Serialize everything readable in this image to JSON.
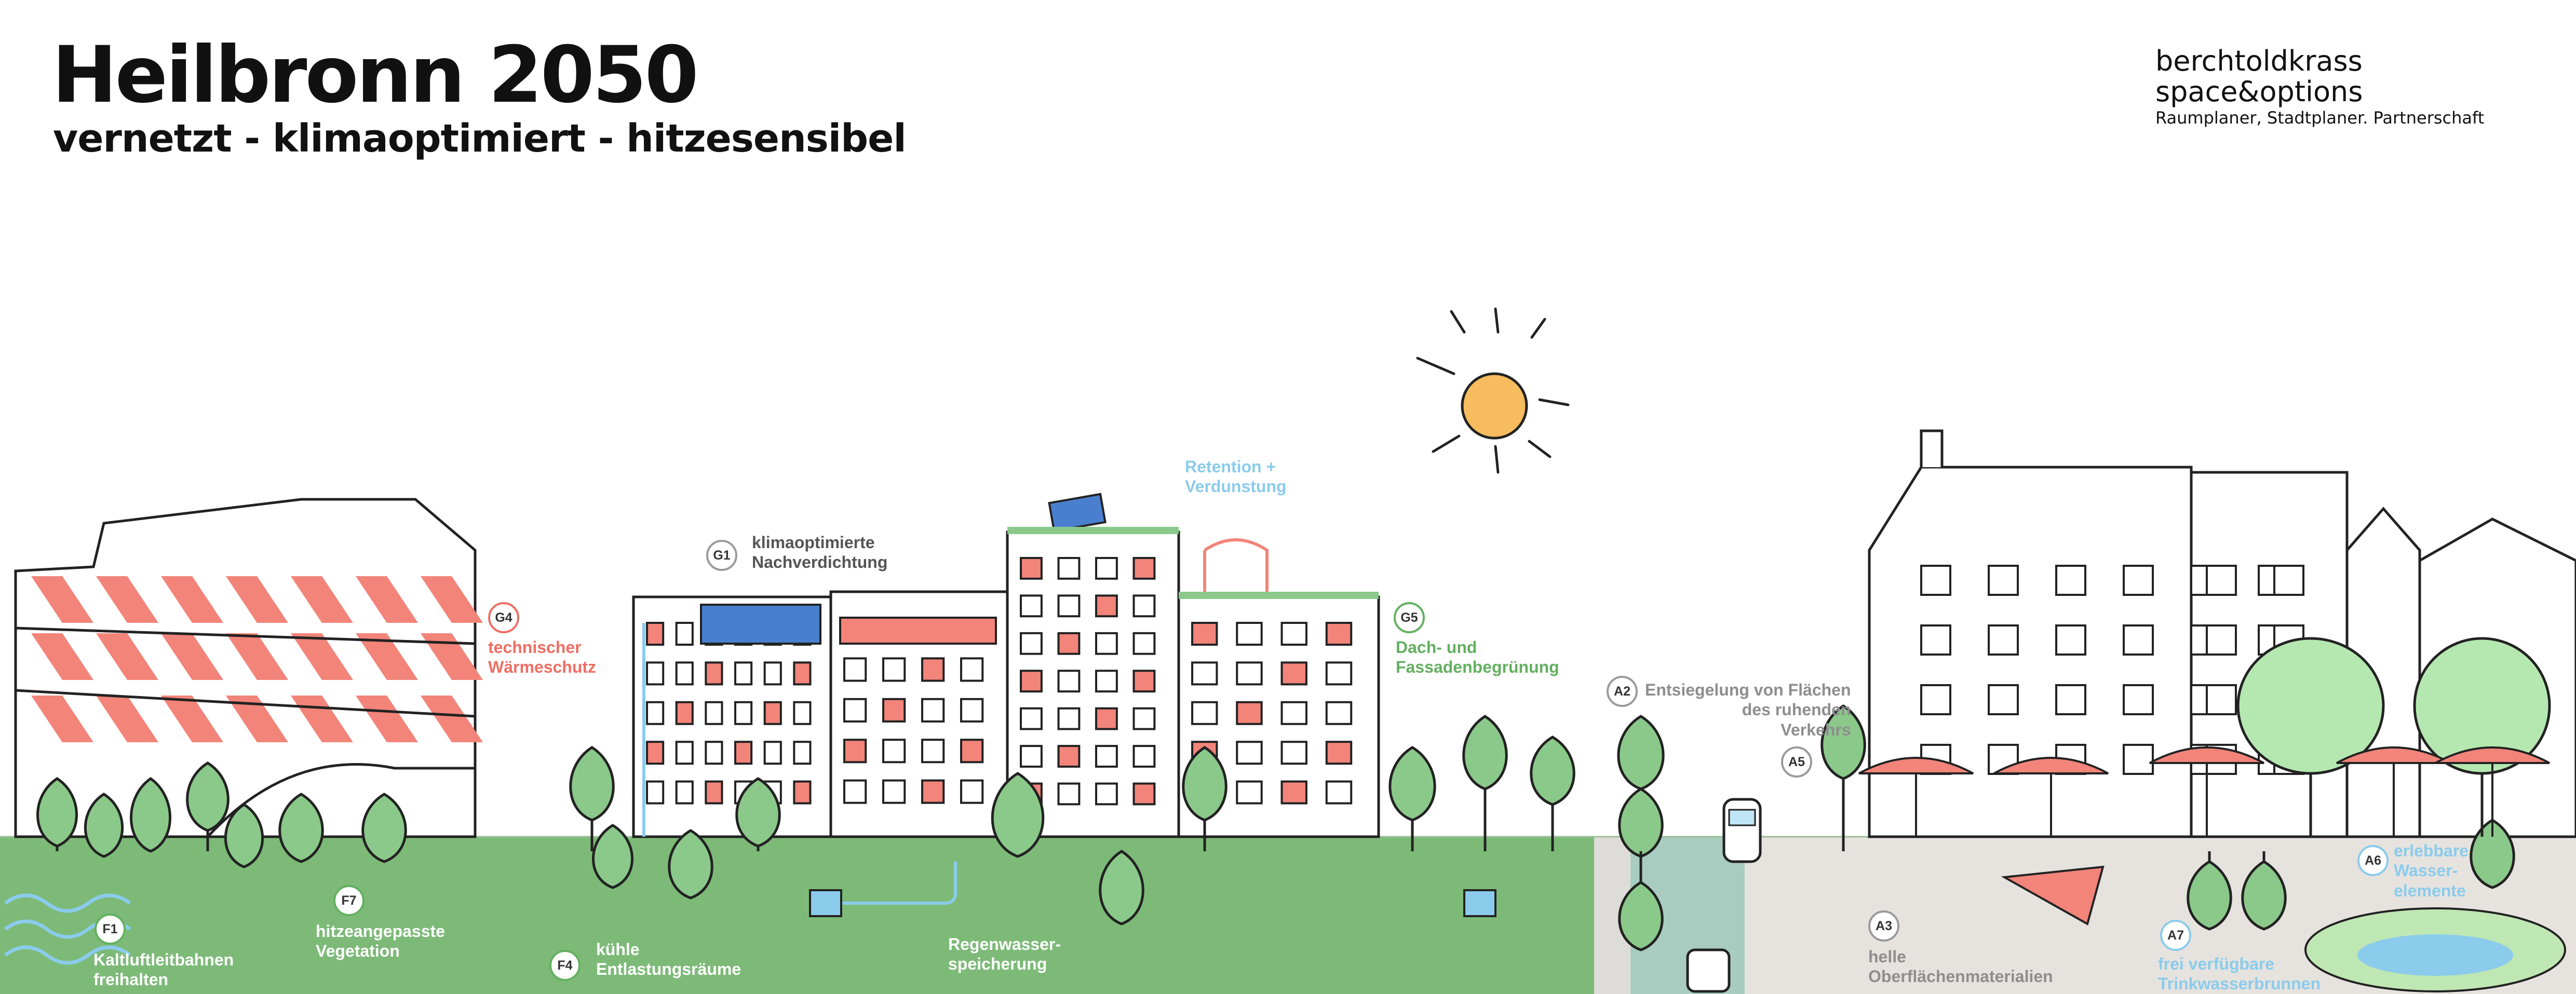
{
  "header": {
    "title": "Heilbronn 2050",
    "subtitle": "vernetzt - klimaoptimiert - hitzesensibel"
  },
  "brand": {
    "name": "berchtoldkrass space&options",
    "tagline": "Raumplaner, Stadtplaner. Partnerschaft"
  },
  "colors": {
    "green_ground": "#7dba78",
    "tree_green": "#8bc98a",
    "light_tree_green": "#b5e8b0",
    "accent_red": "#f2847a",
    "water_blue": "#8bcbeb",
    "sun": "#f6bc5e",
    "paving": "#e6e3df"
  },
  "labels": [
    {
      "code": "F1",
      "text": "Kaltluftleitbahnen\nfreihalten",
      "color": "white"
    },
    {
      "code": "F4",
      "text": "kühle\nEntlastungsräume",
      "color": "white"
    },
    {
      "code": "F7",
      "text": "hitzeangepasste\nVegetation",
      "color": "white"
    },
    {
      "code": "G1",
      "text": "klimaoptimierte\nNachverdichtung",
      "color": "grey"
    },
    {
      "code": "G4",
      "text": "technischer\nWärmeschutz",
      "color": "red"
    },
    {
      "code": "G5",
      "text": "Dach- und\nFassadenbegrünung",
      "color": "green"
    },
    {
      "code": "A2",
      "text": "Entsiegelung von Flächen\ndes ruhenden\nVerkehrs",
      "color": "grey"
    },
    {
      "code": "A3",
      "text": "helle\nOberflächenmaterialien",
      "color": "grey"
    },
    {
      "code": "A5",
      "text": "",
      "color": "grey"
    },
    {
      "code": "A6",
      "text": "erlebbare\nWasser-\nelemente",
      "color": "blue"
    },
    {
      "code": "A7",
      "text": "frei verfügbare\nTrinkwasserbrunnen",
      "color": "blue"
    }
  ],
  "annotations": {
    "retention": "Retention +\nVerdunstung",
    "rainwater": "Regenwasser-\nspeicherung"
  }
}
